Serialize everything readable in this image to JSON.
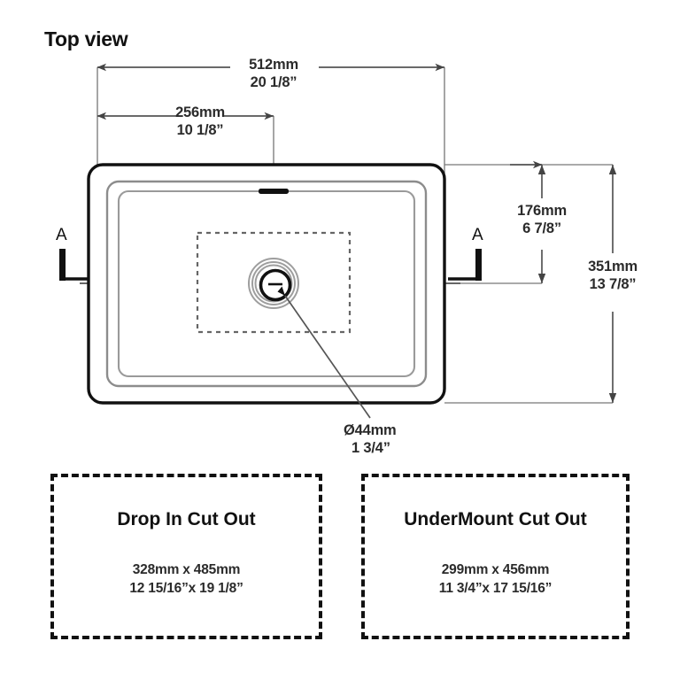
{
  "page": {
    "title": "Top view",
    "background_color": "#ffffff",
    "line_color": "#555555",
    "outline_color": "#111111"
  },
  "dimensions": {
    "overall_width": {
      "mm": "512mm",
      "inch": "20 1/8”"
    },
    "center_offset": {
      "mm": "256mm",
      "inch": "10 1/8”"
    },
    "center_height": {
      "mm": "176mm",
      "inch": "6 7/8”"
    },
    "overall_depth": {
      "mm": "351mm",
      "inch": "13 7/8”"
    },
    "drain": {
      "mm": "Ø44mm",
      "inch": "1 3/4”"
    }
  },
  "section_markers": {
    "left_label": "A",
    "right_label": "A"
  },
  "cutouts": [
    {
      "name": "drop-in",
      "title": "Drop In Cut Out",
      "mm": "328mm x 485mm",
      "inch": "12 15/16”x 19 1/8”"
    },
    {
      "name": "undermount",
      "title": "UnderMount Cut Out",
      "mm": "299mm x 456mm",
      "inch": "11 3/4”x 17 15/16”"
    }
  ]
}
